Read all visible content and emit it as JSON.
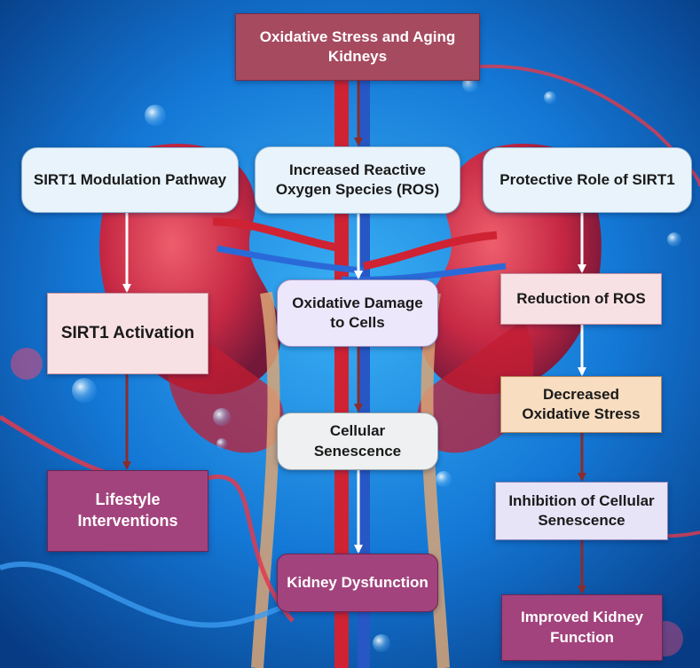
{
  "diagram": {
    "nodes": {
      "oxidative_stress_aging": "Oxidative Stress and Aging Kidneys",
      "sirt1_modulation": "SIRT1 Modulation Pathway",
      "increased_ros": "Increased Reactive Oxygen Species (ROS)",
      "protective_role": "Protective Role of SIRT1",
      "sirt1_activation": "SIRT1 Activation",
      "oxidative_damage": "Oxidative Damage to Cells",
      "reduction_ros": "Reduction of ROS",
      "decreased_stress": "Decreased Oxidative Stress",
      "cellular_senescence": "Cellular Senescence",
      "lifestyle": "Lifestyle Interventions",
      "inhibition_senescence": "Inhibition of Cellular Senescence",
      "kidney_dysfunction": "Kidney Dysfunction",
      "improved_function": "Improved Kidney Function"
    },
    "edges": [
      {
        "from": "oxidative_stress_aging",
        "to": "increased_ros"
      },
      {
        "from": "increased_ros",
        "to": "oxidative_damage"
      },
      {
        "from": "oxidative_damage",
        "to": "cellular_senescence"
      },
      {
        "from": "cellular_senescence",
        "to": "kidney_dysfunction"
      },
      {
        "from": "sirt1_modulation",
        "to": "sirt1_activation"
      },
      {
        "from": "sirt1_activation",
        "to": "lifestyle"
      },
      {
        "from": "protective_role",
        "to": "reduction_ros"
      },
      {
        "from": "reduction_ros",
        "to": "decreased_stress"
      },
      {
        "from": "decreased_stress",
        "to": "inhibition_senescence"
      },
      {
        "from": "inhibition_senescence",
        "to": "improved_function"
      }
    ],
    "colors": {
      "arrow_white": "#ffffff",
      "arrow_dark": "#8b2c2c",
      "background": "#1a78d8",
      "kidney_red": "#d6263a"
    }
  }
}
